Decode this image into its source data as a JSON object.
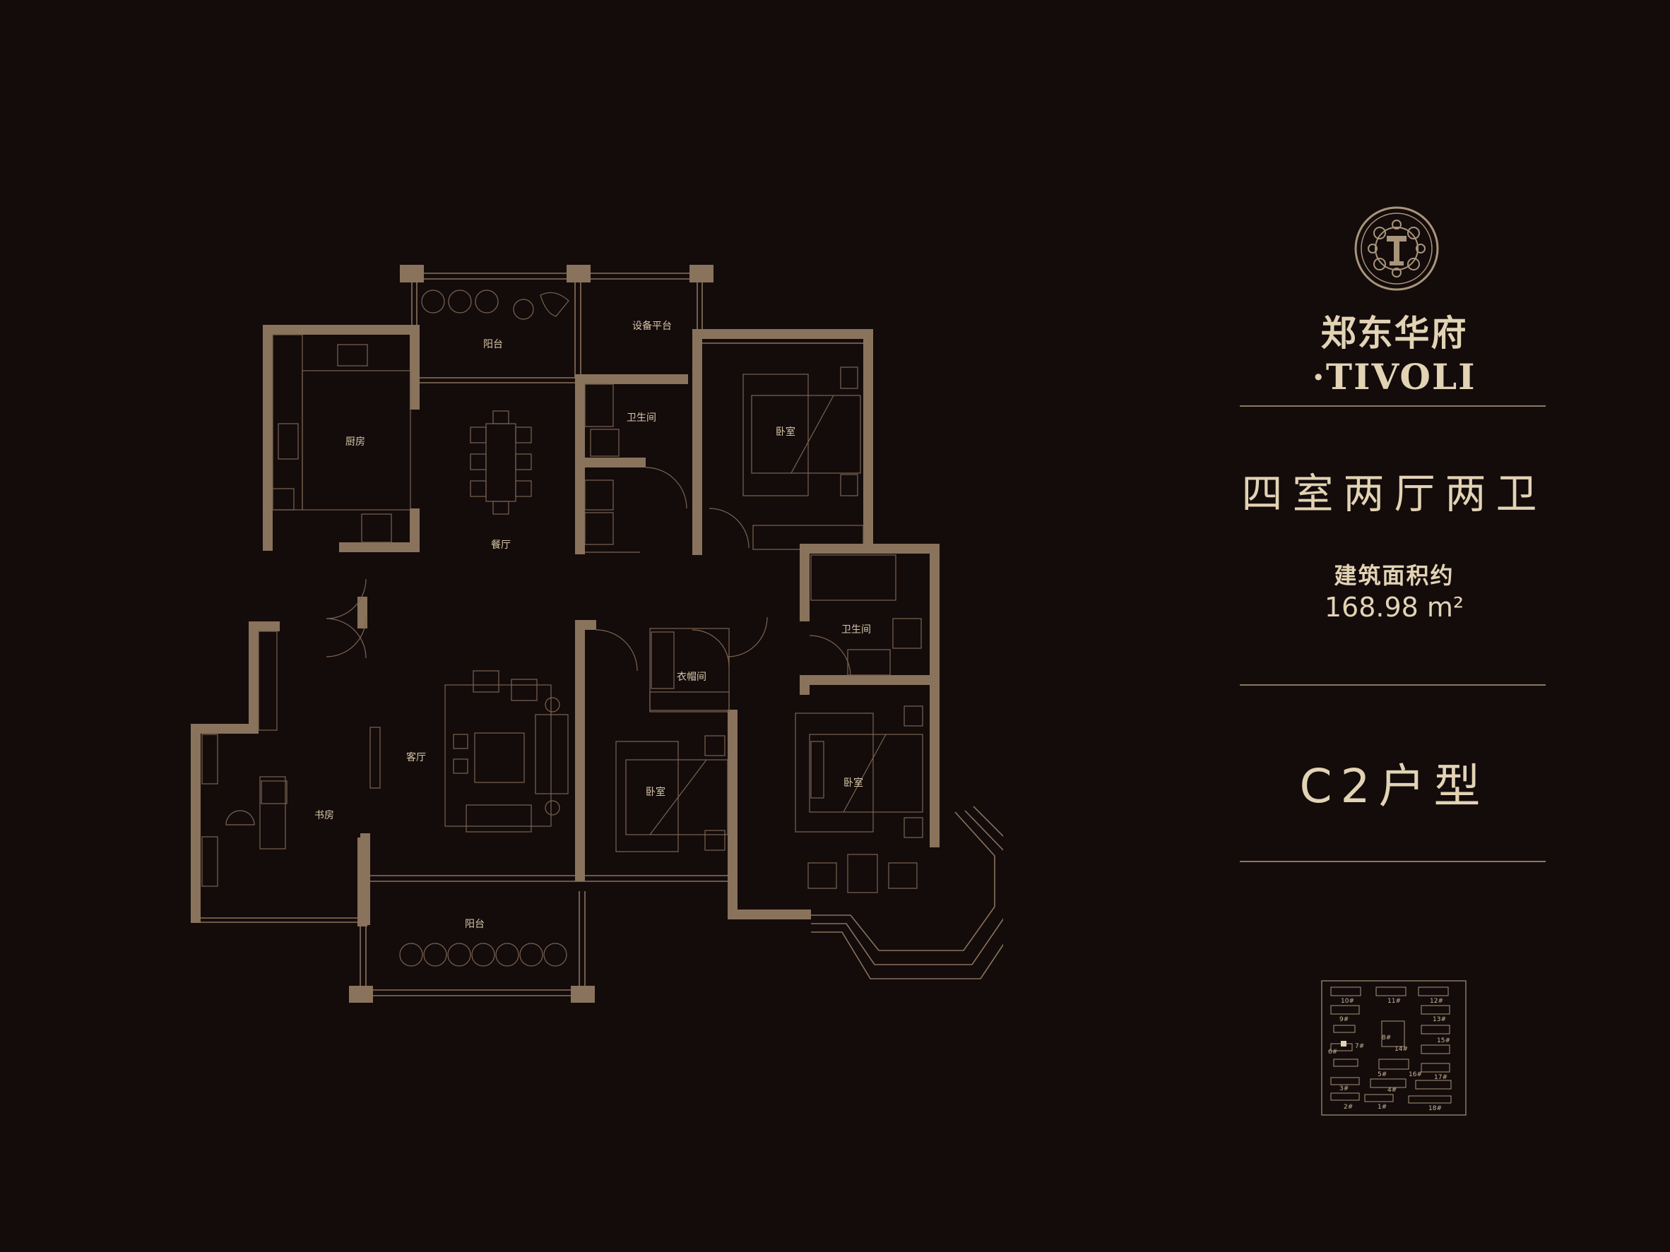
{
  "brand": {
    "name": "郑东华府·TIVOLI",
    "emblem": "ornamental-round-seal"
  },
  "layout": {
    "type_label": "四室两厅两卫",
    "area_label": "建筑面积约",
    "area_value": "168.98 m²",
    "unit_code": "C2户型"
  },
  "rooms": {
    "balcony_top": "阳台",
    "equipment_platform": "设备平台",
    "kitchen": "厨房",
    "dining": "餐厅",
    "bathroom_1": "卫生间",
    "bedroom_ne": "卧室",
    "bathroom_2": "卫生间",
    "cloakroom": "衣帽间",
    "living": "客厅",
    "study": "书房",
    "bedroom_mid": "卧室",
    "bedroom_se": "卧室",
    "balcony_bottom": "阳台"
  },
  "site_plan": {
    "buildings": [
      "10#",
      "11#",
      "12#",
      "9#",
      "13#",
      "8#",
      "14#",
      "7#",
      "15#",
      "6#",
      "5#",
      "16#",
      "17#",
      "3#",
      "4#",
      "2#",
      "1#",
      "18#"
    ]
  },
  "colors": {
    "background": "#140b0b",
    "wall": "#8a735c",
    "text": "#e2d3b4"
  }
}
